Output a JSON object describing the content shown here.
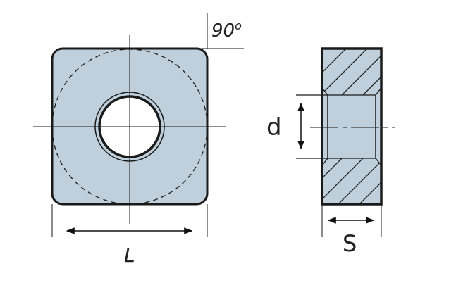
{
  "labels": {
    "angle": "90o",
    "length": "L",
    "diameter": "d",
    "thickness": "S"
  },
  "colors": {
    "fill": "#bfd0dc",
    "stroke": "#1a1a1a"
  }
}
